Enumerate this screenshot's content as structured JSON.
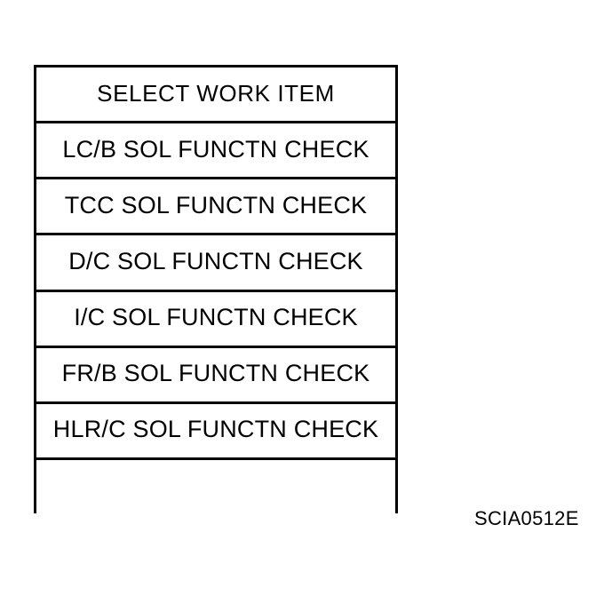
{
  "figure": {
    "reference_code": "SCIA0512E",
    "background_color": "#ffffff",
    "line_color": "#000000"
  },
  "menu": {
    "title": "SELECT WORK ITEM",
    "rows": [
      {
        "label": "SELECT WORK ITEM",
        "type": "header"
      },
      {
        "label": "LC/B SOL FUNCTN CHECK",
        "type": "item"
      },
      {
        "label": "TCC SOL FUNCTN CHECK",
        "type": "item"
      },
      {
        "label": "D/C SOL FUNCTN CHECK",
        "type": "item"
      },
      {
        "label": "I/C SOL FUNCTN CHECK",
        "type": "item"
      },
      {
        "label": "FR/B SOL FUNCTN CHECK",
        "type": "item"
      },
      {
        "label": "HLR/C SOL FUNCTN CHECK",
        "type": "item"
      },
      {
        "label": "",
        "type": "blank"
      }
    ]
  }
}
